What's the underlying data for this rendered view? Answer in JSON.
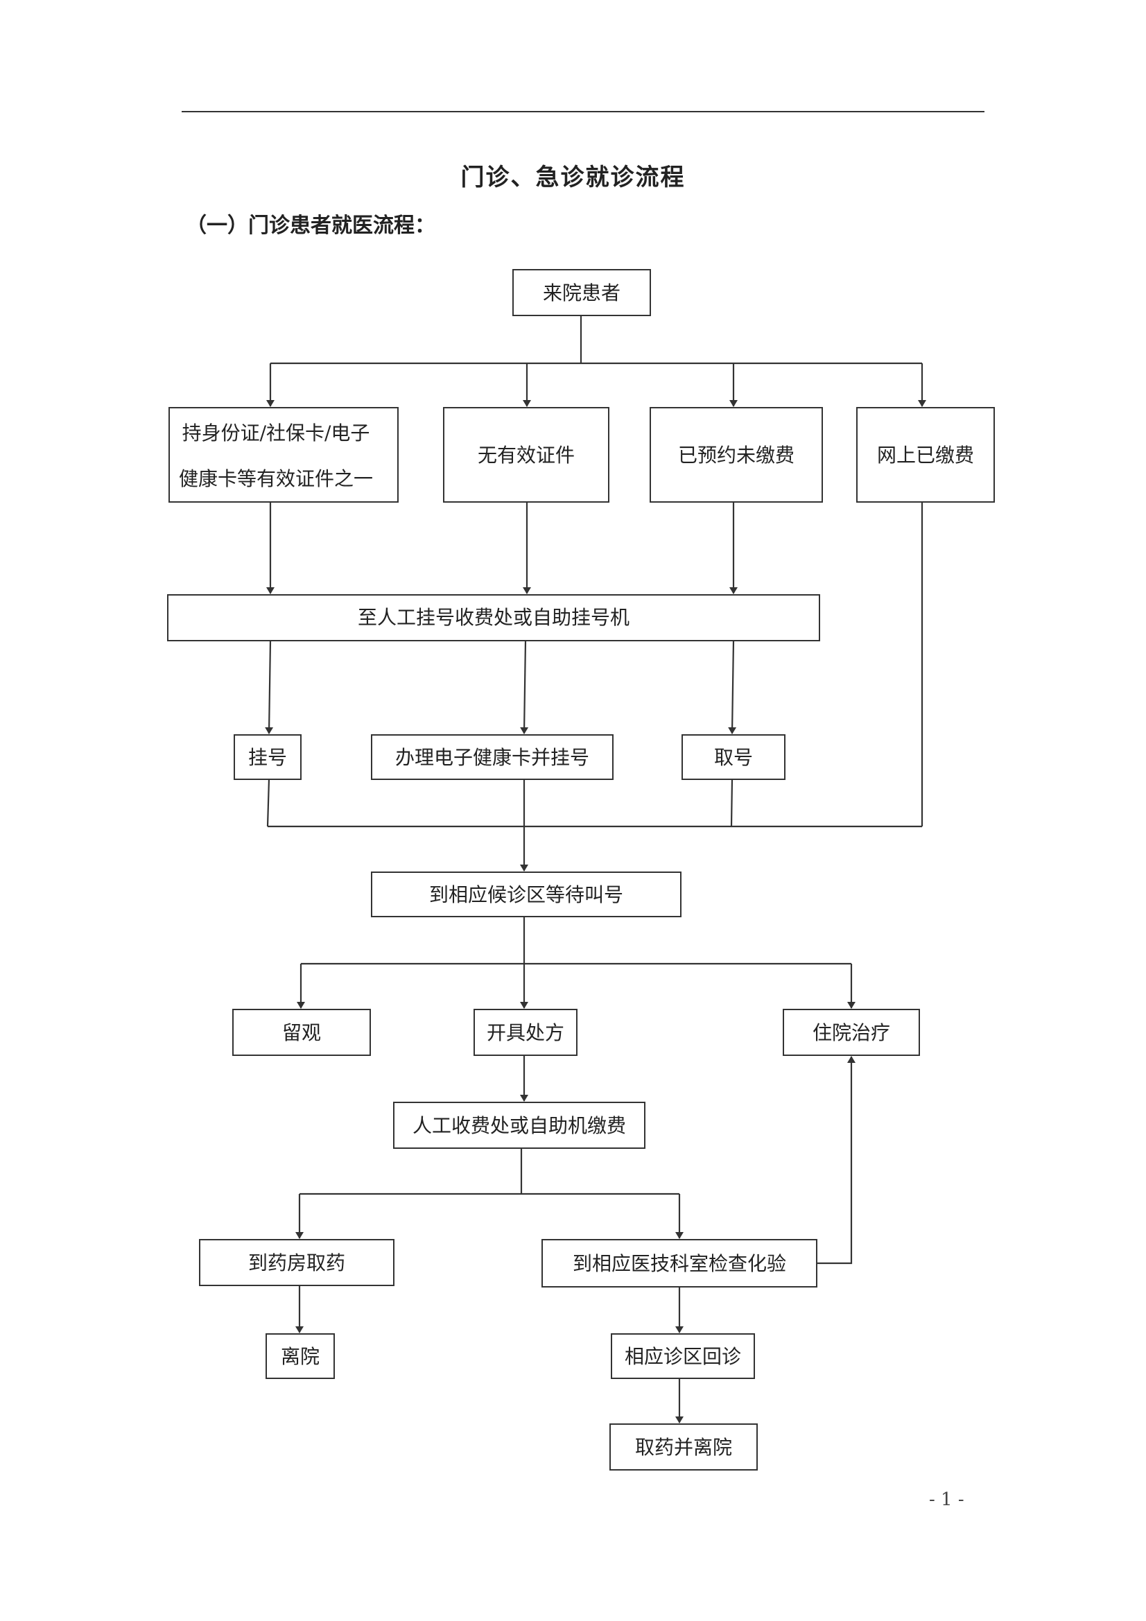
{
  "document": {
    "title": "门诊、急诊就诊流程",
    "section_heading": "（一）门诊患者就医流程：",
    "page_number": "- 1 -"
  },
  "flowchart": {
    "nodes": {
      "arrival": {
        "label": "来院患者"
      },
      "with_id": {
        "lines": [
          "持身份证/社保卡/电子",
          "健康卡等有效证件之一"
        ]
      },
      "no_id": {
        "label": "无有效证件"
      },
      "booked_unpaid": {
        "label": "已预约未缴费"
      },
      "paid_online": {
        "label": "网上已缴费"
      },
      "registration_desk": {
        "label": "至人工挂号收费处或自助挂号机"
      },
      "register": {
        "label": "挂号"
      },
      "ecard_register": {
        "label": "办理电子健康卡并挂号"
      },
      "pick_number": {
        "label": "取号"
      },
      "wait_area": {
        "label": "到相应候诊区等待叫号"
      },
      "observation": {
        "label": "留观"
      },
      "prescription": {
        "label": "开具处方"
      },
      "hospitalization": {
        "label": "住院治疗"
      },
      "payment": {
        "label": "人工收费处或自助机缴费"
      },
      "pharmacy": {
        "label": "到药房取药"
      },
      "medical_tests": {
        "label": "到相应医技科室检查化验"
      },
      "leave": {
        "label": "离院"
      },
      "return_visit": {
        "label": "相应诊区回诊"
      },
      "pickup_leave": {
        "label": "取药并离院"
      }
    }
  }
}
